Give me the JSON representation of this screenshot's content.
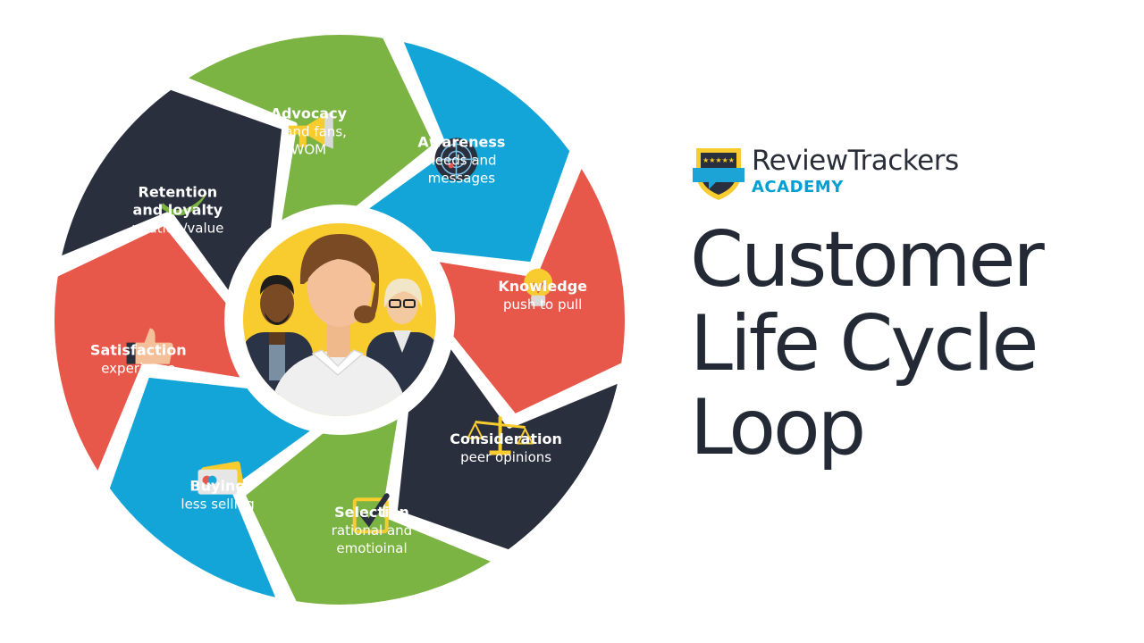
{
  "brand": {
    "name_part1": "Review",
    "name_part2": "Trackers",
    "subtitle": "ACADEMY",
    "logo_icon": "shield-stars-icon"
  },
  "title": {
    "line1": "Customer",
    "line2": "Life Cycle",
    "line3": "Loop"
  },
  "colors": {
    "green": "#7bb443",
    "blue": "#13a5d8",
    "red": "#e8584a",
    "navy": "#2a2f3d",
    "yellow": "#f8cb2e"
  },
  "stages": [
    {
      "title": "Advocacy",
      "subtitle": [
        "brand fans,",
        "WOM"
      ],
      "icon": "megaphone-icon",
      "color": "green"
    },
    {
      "title": "Awareness",
      "subtitle": [
        "needs and",
        "messages"
      ],
      "icon": "radar-icon",
      "color": "blue"
    },
    {
      "title": "Knowledge",
      "subtitle": [
        "push to pull"
      ],
      "icon": "lightbulb-icon",
      "color": "red"
    },
    {
      "title": "Consideration",
      "subtitle": [
        "peer opinions"
      ],
      "icon": "scales-icon",
      "color": "navy"
    },
    {
      "title": "Selection",
      "subtitle": [
        "rational and",
        "emotioinal"
      ],
      "icon": "checkbox-icon",
      "color": "green"
    },
    {
      "title": "Buying",
      "subtitle": [
        "less selling"
      ],
      "icon": "credit-cards-icon",
      "color": "blue"
    },
    {
      "title": "Satisfaction",
      "subtitle": [
        "experience"
      ],
      "icon": "thumbs-up-icon",
      "color": "red"
    },
    {
      "title": "Retention",
      "title2": "and loyalty",
      "subtitle": [
        "relation/value"
      ],
      "icon": "boomerang-icon",
      "color": "navy"
    }
  ],
  "center": {
    "icon": "customers-group-icon"
  }
}
